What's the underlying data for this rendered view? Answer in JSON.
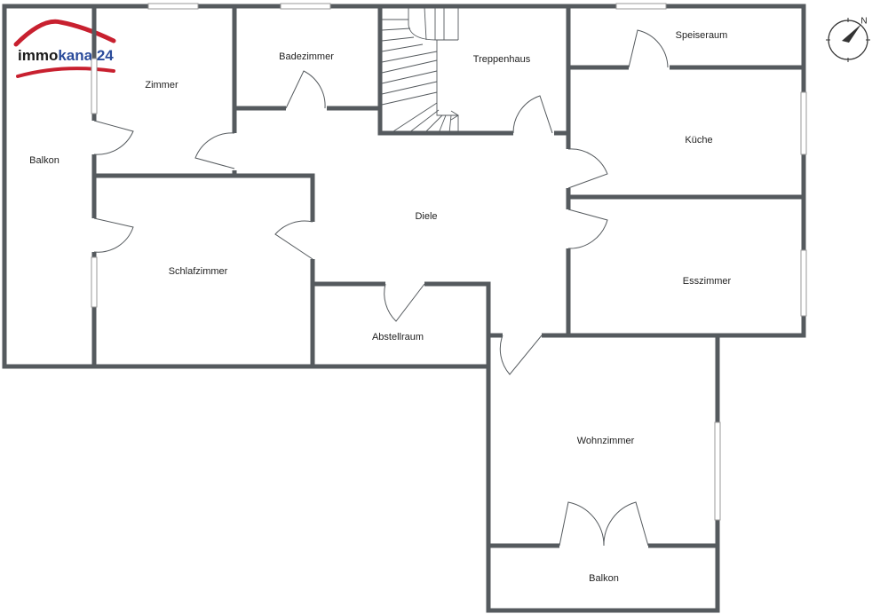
{
  "brand": {
    "part1": "immo",
    "part2": "kanal",
    "part3": "24",
    "color_dark": "#1a1a1a",
    "color_blue": "#2b4c9b",
    "color_red": "#c8202f"
  },
  "compass": {
    "north_label": "N",
    "icon": "compass-icon"
  },
  "rooms": {
    "zimmer": "Zimmer",
    "badezimmer": "Badezimmer",
    "treppenhaus": "Treppenhaus",
    "speiseraum": "Speiseraum",
    "balkon_left": "Balkon",
    "kueche": "Küche",
    "diele": "Diele",
    "schlafzimmer": "Schlafzimmer",
    "esszimmer": "Esszimmer",
    "abstellraum": "Abstellraum",
    "wohnzimmer": "Wohnzimmer",
    "balkon_bottom": "Balkon"
  },
  "colors": {
    "wall": "#555a5e",
    "window": "#9a9a9a"
  }
}
